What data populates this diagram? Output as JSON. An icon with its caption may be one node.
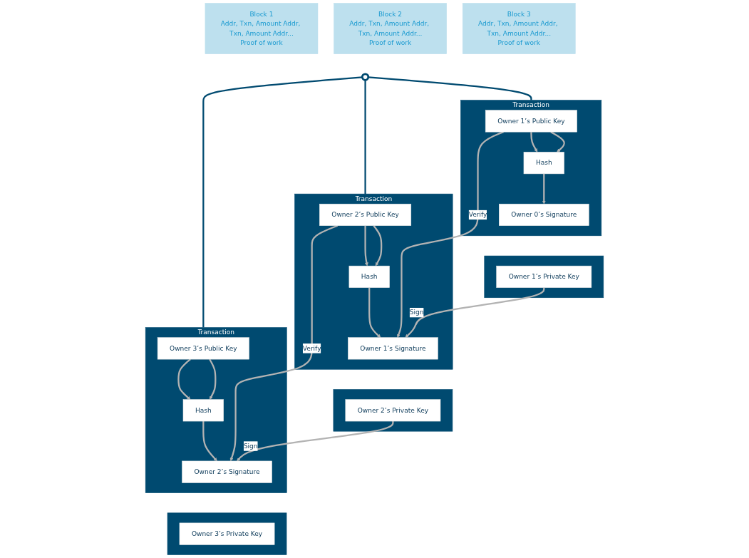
{
  "diagram": {
    "nodes": [
      {
        "text": [
          "Block 1",
          "Addr, Txn, Amount Addr, Txn, Amount Addr...",
          "Proof of work"
        ]
      },
      {
        "text": [
          "Block 2",
          "Addr, Txn, Amount Addr, Txn, Amount Addr...",
          "Proof of work"
        ]
      },
      {
        "text": [
          "Block 3",
          "Addr, Txn, Amount Addr, Txn, Amount Addr...",
          "Proof of work"
        ]
      },
      {
        "text": [],
        "shape": "circle"
      },
      {
        "text": [
          "Transaction"
        ]
      },
      {
        "text": [
          "Owner 1’s Public Key"
        ],
        "in": 4
      },
      {
        "text": [
          "Hash"
        ],
        "in": 4
      },
      {
        "text": [
          "Owner 0’s Signature"
        ],
        "in": 4
      },
      {
        "text": [
          "Transaction"
        ]
      },
      {
        "text": [
          "Owner 2’s Public Key"
        ],
        "in": 8
      },
      {
        "text": [
          "Hash"
        ],
        "in": 8
      },
      {
        "text": [
          "Owner 1’s Signature"
        ],
        "in": 8
      },
      {
        "text": [
          "Transaction"
        ]
      },
      {
        "text": [
          "Owner 3’s Public Key"
        ],
        "in": 12
      },
      {
        "text": [
          "Hash"
        ],
        "in": 12
      },
      {
        "text": [
          "Owner 2’s Signature"
        ],
        "in": 12
      },
      {
        "text": [],
        "shape": "box"
      },
      {
        "text": [
          "Owner 1’s Private Key"
        ],
        "in": 16
      },
      {
        "text": [],
        "shape": "box"
      },
      {
        "text": [
          "Owner 2’s Private Key"
        ],
        "in": 18
      },
      {
        "text": [],
        "shape": "box"
      },
      {
        "text": [
          "Owner 3’s Private Key"
        ],
        "in": 20
      }
    ],
    "edges": [
      {
        "from": 3,
        "to": 4,
        "arrow": "none",
        "color": "#004a70"
      },
      {
        "from": 3,
        "to": 8,
        "arrow": "none",
        "color": "#004a70"
      },
      {
        "from": 3,
        "to": 12,
        "arrow": "none",
        "color": "#004a70"
      },
      {
        "from": 5,
        "to": 6,
        "arrow": "to"
      },
      {
        "from": 5,
        "to": 6,
        "arrow": "to"
      },
      {
        "from": 6,
        "to": 7,
        "arrow": "to"
      },
      {
        "from": 9,
        "to": 10,
        "arrow": "to"
      },
      {
        "from": 9,
        "to": 10,
        "arrow": "to"
      },
      {
        "from": 10,
        "to": 11,
        "arrow": "to"
      },
      {
        "from": 13,
        "to": 14,
        "arrow": "to"
      },
      {
        "from": 13,
        "to": 14,
        "arrow": "to"
      },
      {
        "from": 14,
        "to": 15,
        "arrow": "to"
      },
      {
        "from": 5,
        "to": 11,
        "label": "Verify",
        "arrow": "to"
      },
      {
        "from": 17,
        "to": 11,
        "label": "Sign",
        "arrow": "to"
      },
      {
        "from": 9,
        "to": 15,
        "label": "Verify",
        "arrow": "to"
      },
      {
        "from": 19,
        "to": 15,
        "label": "Sign",
        "arrow": "to"
      }
    ]
  }
}
